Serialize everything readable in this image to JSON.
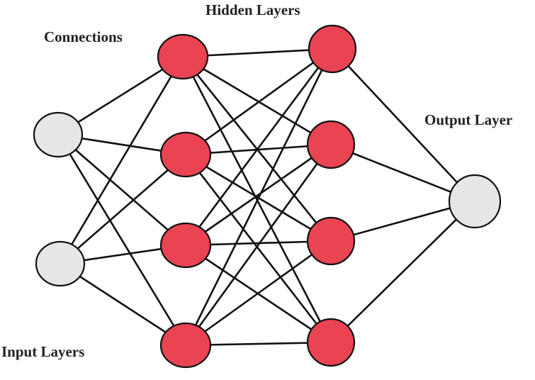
{
  "labels": {
    "hidden": "Hidden Layers",
    "connections": "Connections",
    "output": "Output Layer",
    "input": "Input Layers"
  },
  "layers": [
    {
      "id": "input",
      "count": 2,
      "color": "#e6e6e6"
    },
    {
      "id": "hidden-1",
      "count": 4,
      "color": "#ea4352"
    },
    {
      "id": "hidden-2",
      "count": 4,
      "color": "#ea4352"
    },
    {
      "id": "output",
      "count": 1,
      "color": "#e6e6e6"
    }
  ],
  "connectivity": "fully-connected",
  "colors": {
    "hidden_node": "#ea4352",
    "io_node": "#e6e6e6",
    "edge": "#111111",
    "node_outline": "#111111"
  }
}
